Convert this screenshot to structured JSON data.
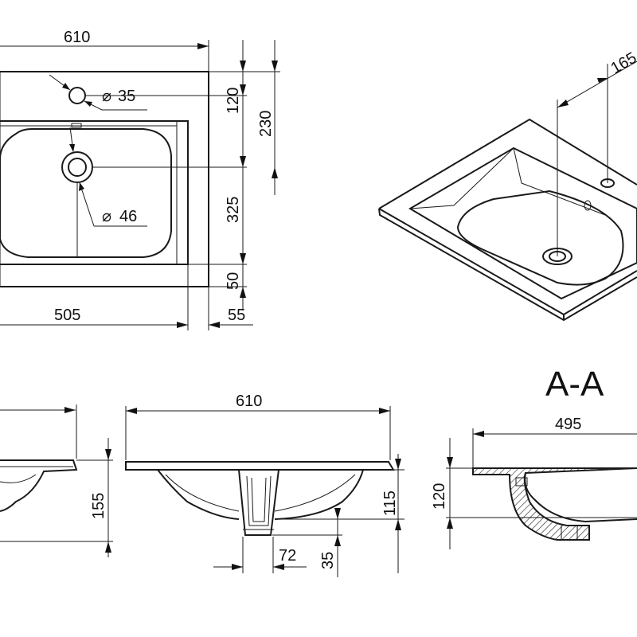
{
  "top_view": {
    "width_label": "610",
    "inner_width_label": "505",
    "offset_label": "55",
    "tap_hole_label": "35",
    "drain_label": "46",
    "tap_distance_label": "120",
    "drain_distance_label": "230",
    "bowl_length_label": "325",
    "rim_label": "50"
  },
  "iso_view": {
    "offset_label": "165"
  },
  "side_view": {
    "height_label": "155"
  },
  "front_view": {
    "width_label": "610",
    "depth_label": "115",
    "outlet_width_label": "72",
    "outlet_height_label": "35"
  },
  "section": {
    "title": "A-A",
    "width_label": "495",
    "height_label": "120"
  }
}
